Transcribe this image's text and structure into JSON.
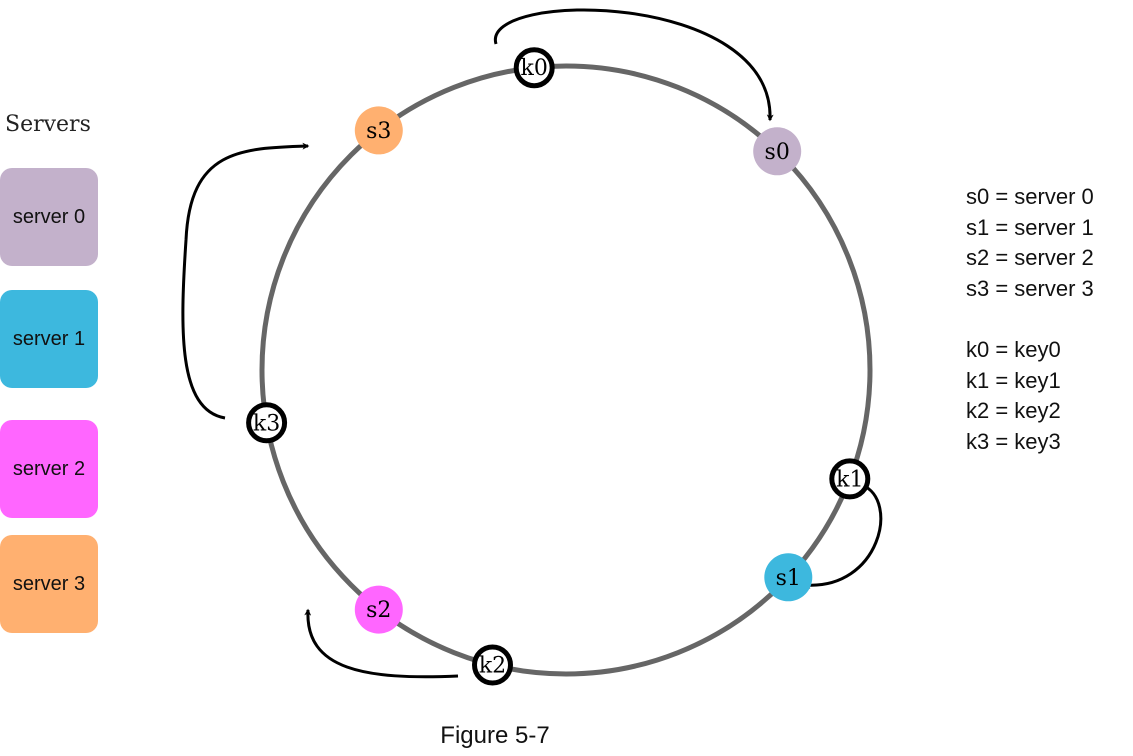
{
  "servers_panel": {
    "title": "Servers",
    "items": [
      {
        "label": "server 0",
        "color": "#C3B1CB"
      },
      {
        "label": "server 1",
        "color": "#3DB8DE"
      },
      {
        "label": "server 2",
        "color": "#FF66FF"
      },
      {
        "label": "server 3",
        "color": "#FFB070"
      }
    ]
  },
  "ring": {
    "stroke_color": "#666666",
    "server_nodes": [
      {
        "label": "s0",
        "color": "#C3B1CB",
        "angle_deg": 44
      },
      {
        "label": "s1",
        "color": "#3DB8DE",
        "angle_deg": 133
      },
      {
        "label": "s2",
        "color": "#FF66FF",
        "angle_deg": 218
      },
      {
        "label": "s3",
        "color": "#FFB070",
        "angle_deg": 322
      }
    ],
    "key_nodes": [
      {
        "label": "k0",
        "angle_deg": 354,
        "target": "s0"
      },
      {
        "label": "k1",
        "angle_deg": 111,
        "target": "s1"
      },
      {
        "label": "k2",
        "angle_deg": 194,
        "target": "s2"
      },
      {
        "label": "k3",
        "angle_deg": 260,
        "target": "s3"
      }
    ]
  },
  "legend": {
    "servers": [
      "s0 = server 0",
      "s1 = server 1",
      "s2 = server 2",
      "s3 = server 3"
    ],
    "keys": [
      "k0 = key0",
      "k1 = key1",
      "k2 = key2",
      "k3 = key3"
    ]
  },
  "caption": "Figure 5-7"
}
